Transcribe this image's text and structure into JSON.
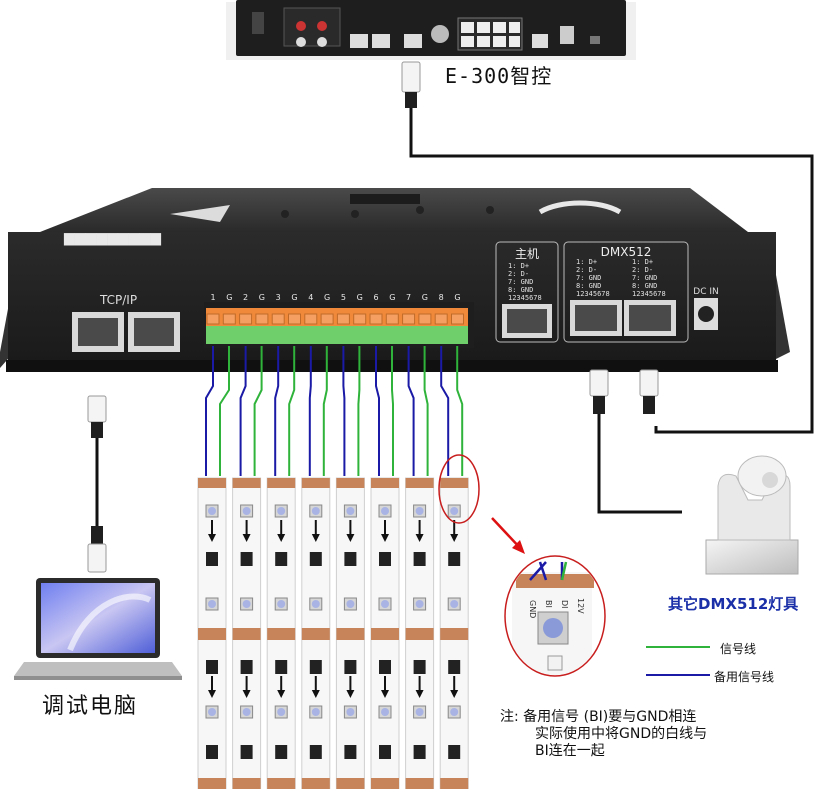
{
  "title_label": "E-300智控",
  "pc_label": "调试电脑",
  "dmx_fixture_label": "其它DMX512灯具",
  "legend": {
    "signal": "信号线",
    "backup": "备用信号线",
    "signal_color": "#2fb33a",
    "backup_color": "#1a1aa6"
  },
  "note": {
    "line1": "注: 备用信号 (BI)要与GND相连",
    "line2": "实际使用中将GND的白线与",
    "line3": "BI连在一起"
  },
  "controller": {
    "tcpip_label": "TCP/IP",
    "host_label": "主机",
    "host_pins": [
      "1: D+",
      "2: D-",
      "7: GND",
      "8: GND",
      "12345678"
    ],
    "dmx_label": "DMX512",
    "dmx_pins_a": [
      "1: D+",
      "2: D-",
      "7: GND",
      "8: GND",
      "12345678"
    ],
    "dmx_pins_b": [
      "1: D+",
      "2: D-",
      "7: GND",
      "8: GND",
      "12345678"
    ],
    "dc_label": "DC IN",
    "terminal_labels": [
      "1",
      "G",
      "2",
      "G",
      "3",
      "G",
      "4",
      "G",
      "5",
      "G",
      "6",
      "G",
      "7",
      "G",
      "8",
      "G"
    ]
  },
  "zoom_strip": {
    "pads": [
      "GND",
      "BI",
      "DI",
      "12V"
    ]
  },
  "strip_count": 8
}
